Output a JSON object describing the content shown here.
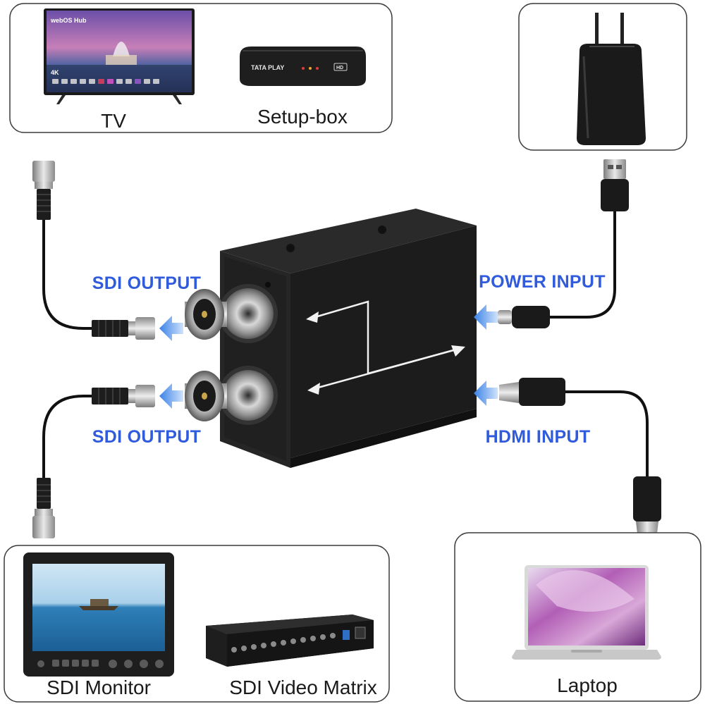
{
  "colors": {
    "label_blue": "#2f5bdc",
    "arrow_blue": "#4a90e8",
    "device_body": "#1c1c1c",
    "box_border": "#3a3a3a"
  },
  "labels": {
    "tv": "TV",
    "setup_box": "Setup-box",
    "sdi_monitor": "SDI Monitor",
    "sdi_video_matrix": "SDI Video Matrix",
    "laptop": "Laptop"
  },
  "ports": {
    "sdi_output_top": "SDI OUTPUT",
    "sdi_output_bottom": "SDI OUTPUT",
    "power_input": "POWER INPUT",
    "hdmi_input": "HDMI INPUT"
  },
  "device_text": {
    "setup_box_brand": "TATA PLAY",
    "setup_box_badge": "HD",
    "tv_os": "webOS Hub",
    "tv_4k": "4K"
  },
  "icons": [
    "tv-icon",
    "set-top-box-icon",
    "power-adapter-icon",
    "usb-plug-icon",
    "bnc-connector-icon",
    "hdmi-plug-icon",
    "sdi-monitor-icon",
    "video-matrix-icon",
    "laptop-icon",
    "direction-arrow-icon"
  ]
}
